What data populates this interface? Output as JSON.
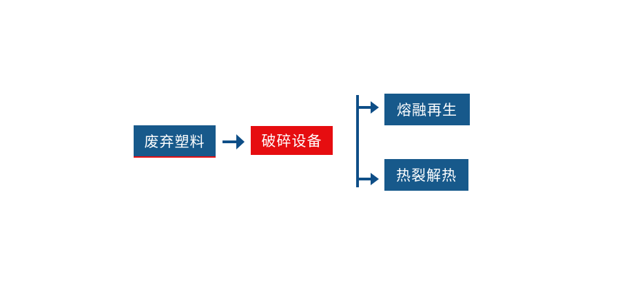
{
  "diagram": {
    "type": "flowchart",
    "background": "#FFFFFF",
    "nodes": {
      "source": {
        "label": "废弃塑料",
        "fill": "#17598B",
        "underline": "#E60D10"
      },
      "process": {
        "label": "破碎设备",
        "fill": "#E60D10"
      },
      "output_top": {
        "label": "熔融再生",
        "fill": "#17598B"
      },
      "output_bottom": {
        "label": "热裂解热",
        "fill": "#17598B"
      }
    },
    "edges": [
      {
        "from": "废弃塑料",
        "to": "破碎设备"
      },
      {
        "from": "破碎设备",
        "to": "熔融再生"
      },
      {
        "from": "破碎设备",
        "to": "热裂解热"
      }
    ],
    "colors": {
      "node_blue": "#17598B",
      "node_red": "#E60D10",
      "connector_blue": "#0E4E87",
      "text": "#FFFFFF"
    }
  }
}
